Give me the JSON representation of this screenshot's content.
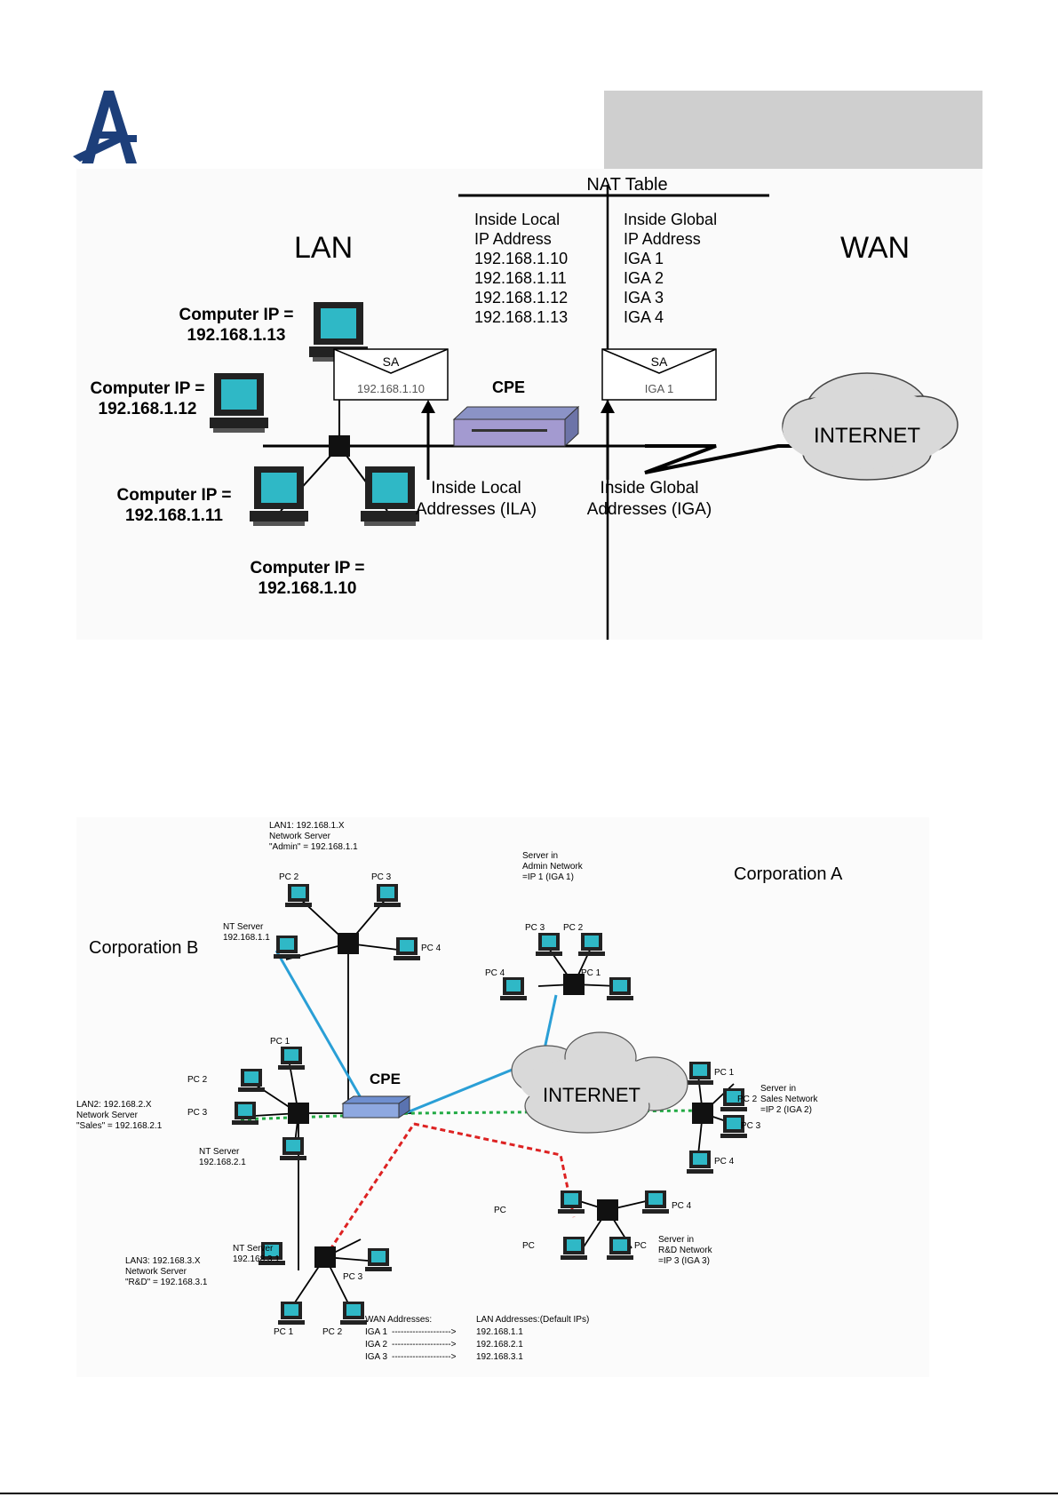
{
  "fig1": {
    "nat_title": "NAT Table",
    "lan": "LAN",
    "wan": "WAN",
    "local_header": [
      "Inside Local",
      "IP Address"
    ],
    "global_header": [
      "Inside Global",
      "IP Address"
    ],
    "local_ips": [
      "192.168.1.10",
      "192.168.1.11",
      "192.168.1.12",
      "192.168.1.13"
    ],
    "global_ips": [
      "IGA 1",
      "IGA 2",
      "IGA 3",
      "IGA 4"
    ],
    "computers": [
      {
        "l1": "Computer IP =",
        "l2": "192.168.1.13"
      },
      {
        "l1": "Computer IP =",
        "l2": "192.168.1.12"
      },
      {
        "l1": "Computer IP =",
        "l2": "192.168.1.11"
      },
      {
        "l1": "Computer IP =",
        "l2": "192.168.1.10"
      }
    ],
    "sa": "SA",
    "sa_local": "192.168.1.10",
    "sa_global": "IGA 1",
    "cpe": "CPE",
    "internet": "INTERNET",
    "ila": [
      "Inside Local",
      "Addresses (ILA)"
    ],
    "iga": [
      "Inside Global",
      "Addresses (IGA)"
    ]
  },
  "fig2": {
    "corp_a": "Corporation A",
    "corp_b": "Corporation B",
    "cpe": "CPE",
    "internet": "INTERNET",
    "lan1": [
      "LAN1: 192.168.1.X",
      "Network Server",
      "\"Admin\" = 192.168.1.1"
    ],
    "lan2": [
      "LAN2: 192.168.2.X",
      "Network Server",
      "\"Sales\" = 192.168.2.1"
    ],
    "lan3": [
      "LAN3: 192.168.3.X",
      "Network Server",
      "\"R&D\" = 192.168.3.1"
    ],
    "nt1": [
      "NT Server",
      "192.168.1.1"
    ],
    "nt2": [
      "NT Server",
      "192.168.2.1"
    ],
    "nt3": [
      "NT Server",
      "192.168.3.1"
    ],
    "srv_admin": [
      "Server in",
      "Admin Network",
      "=IP 1 (IGA 1)"
    ],
    "srv_sales": [
      "Server in",
      "Sales Network",
      "=IP 2 (IGA 2)"
    ],
    "srv_rd": [
      "Server in",
      "R&D Network",
      "=IP 3 (IGA 3)"
    ],
    "pc1": "PC 1",
    "pc2": "PC 2",
    "pc3": "PC 3",
    "pc4": "PC 4",
    "pc": "PC",
    "wan_title": "WAN Addresses:",
    "lan_title": "LAN Addresses:(Default IPs)",
    "map": [
      {
        "wan": "IGA 1",
        "arrow": "-------------------->",
        "lan": "192.168.1.1"
      },
      {
        "wan": "IGA 2",
        "arrow": "-------------------->",
        "lan": "192.168.2.1"
      },
      {
        "wan": "IGA 3",
        "arrow": "-------------------->",
        "lan": "192.168.3.1"
      }
    ],
    "colors": {
      "admin_link": "#2a9fd6",
      "sales_link": "#22aa44",
      "rd_link": "#dd2222"
    }
  }
}
